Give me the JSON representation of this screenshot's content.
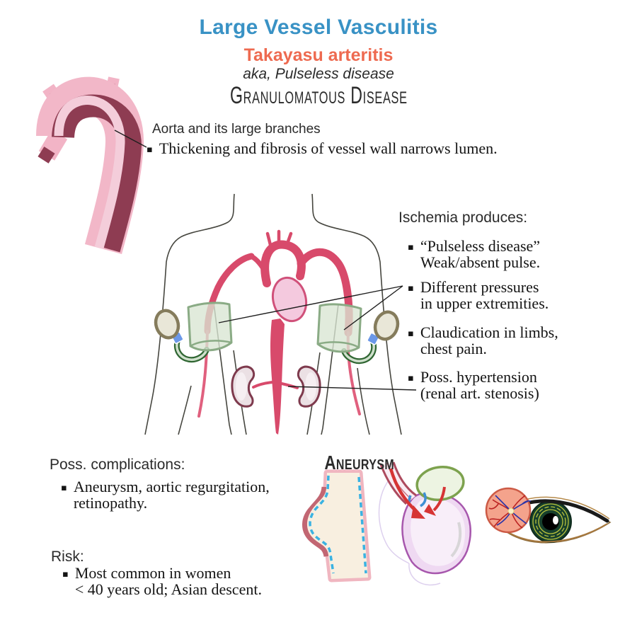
{
  "page": {
    "title": "Large Vessel Vasculitis",
    "subtitle": "Takayasu arteritis",
    "aka": "aka, Pulseless disease",
    "classification": "Granulomatous Disease"
  },
  "aorta_section": {
    "heading": "Aorta and its large branches",
    "bullet": "Thickening and fibrosis of vessel wall narrows lumen."
  },
  "ischemia_section": {
    "heading": "Ischemia produces:",
    "bullets": [
      "“Pulseless disease”\nWeak/absent pulse.",
      "Different pressures\nin upper extremities.",
      "Claudication in limbs,\nchest pain.",
      "Poss. hypertension\n(renal art. stenosis)"
    ]
  },
  "complications_section": {
    "heading": "Poss. complications:",
    "bullet": "Aneurysm, aortic regurgitation,\nretinopathy."
  },
  "risk_section": {
    "heading": "Risk:",
    "bullet": "Most common in women\n< 40 years old; Asian descent."
  },
  "aneurysm_label": "Aneurysm",
  "ui": {
    "bullet_char": "▪"
  },
  "colors": {
    "title_blue": "#3992c5",
    "accent_coral": "#ee6a50",
    "artery_crimson": "#d84a6b",
    "aorta_dark_maroon": "#8e3c52",
    "aorta_light_pink": "#f2b7c8",
    "cuff_green": "#8aab85",
    "kidney_outline": "#7e3a4d",
    "heart_purple": "#a757ad",
    "atrium_green": "#7da24e",
    "dash_blue": "#3ab2e2",
    "text_dark": "#262626"
  },
  "illustrations": {
    "aortic_arch": "aortic-arch-cutaway",
    "torso": "torso-with-bp-cuffs-heart-kidneys",
    "aneurysm_vessel": "vessel-aneurysm-cross-section",
    "regurgitation_heart": "heart-aortic-regurgitation",
    "eye": "eye-with-retinal-vessels"
  }
}
